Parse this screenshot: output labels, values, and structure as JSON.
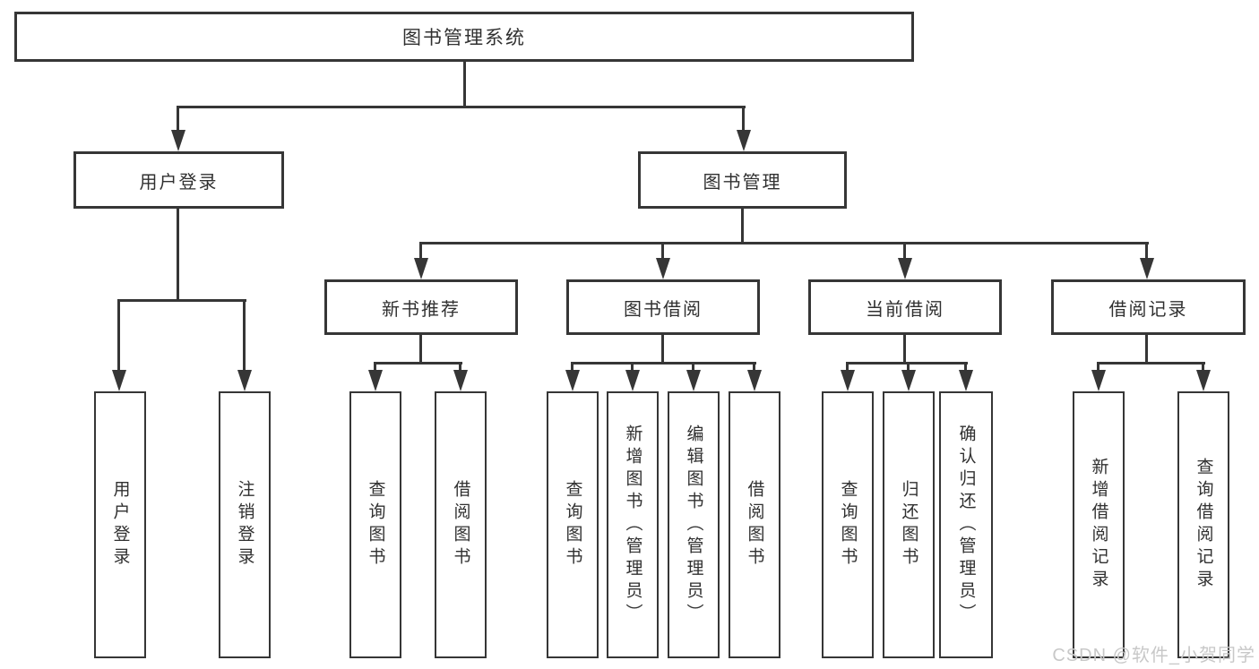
{
  "tree": {
    "root": "图书管理系统",
    "branches": [
      {
        "label": "用户登录",
        "children": [
          "用户登录",
          "注销登录"
        ]
      },
      {
        "label": "图书管理",
        "groups": [
          {
            "label": "新书推荐",
            "children": [
              "查询图书",
              "借阅图书"
            ]
          },
          {
            "label": "图书借阅",
            "children": [
              "查询图书",
              "新增图书（管理员）",
              "编辑图书（管理员）",
              "借阅图书"
            ]
          },
          {
            "label": "当前借阅",
            "children": [
              "查询图书",
              "归还图书",
              "确认归还（管理员）"
            ]
          },
          {
            "label": "借阅记录",
            "children": [
              "新增借阅记录",
              "查询借阅记录"
            ]
          }
        ]
      }
    ]
  },
  "watermark": "CSDN @软件_小贺同学",
  "colors": {
    "background": "#ffffff",
    "line": "#363636",
    "box_border": "#363636",
    "text": "#303030",
    "watermark": "#c8c8c8"
  }
}
